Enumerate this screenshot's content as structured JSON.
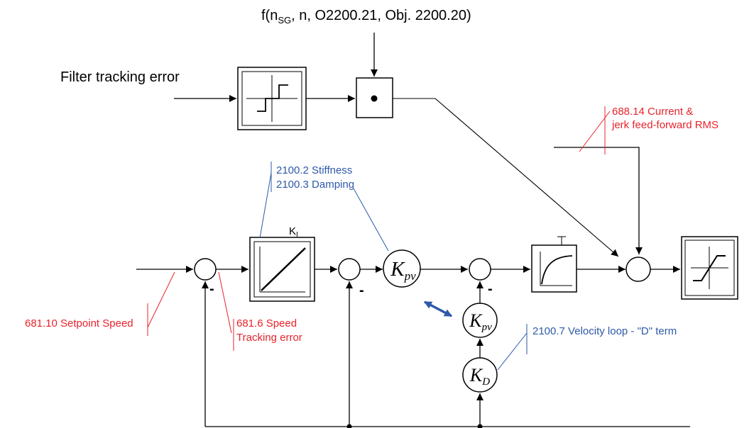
{
  "top": {
    "function_prefix": "f(n",
    "function_subscript": "SG",
    "function_suffix": ", n, O2200.21, Obj. 2200.20)",
    "filter_label": "Filter tracking error"
  },
  "annotations": {
    "current_feedforward_line1": "688.14 Current &",
    "current_feedforward_line2": "jerk feed-forward RMS",
    "stiffness": "2100.2 Stiffness",
    "damping": "2100.3 Damping",
    "setpoint_speed": "681.10 Setpoint Speed",
    "speed_tracking_line1": "681.6 Speed",
    "speed_tracking_line2": "Tracking error",
    "velocity_d_term": "2100.7 Velocity loop - \"D\" term"
  },
  "blocks": {
    "integrator_label": "K",
    "integrator_subscript": "I",
    "kpv_main_letter": "K",
    "kpv_main_subscript": "pv",
    "kpv_d_letter": "K",
    "kpv_d_subscript": "pv",
    "kd_letter": "K",
    "kd_subscript": "D"
  },
  "signs": {
    "sum1_minus": "-",
    "sum2_minus": "-",
    "sum3_minus": "-"
  },
  "colors": {
    "red": "#e8232a",
    "blue": "#2e5aa8",
    "black": "#000000"
  }
}
